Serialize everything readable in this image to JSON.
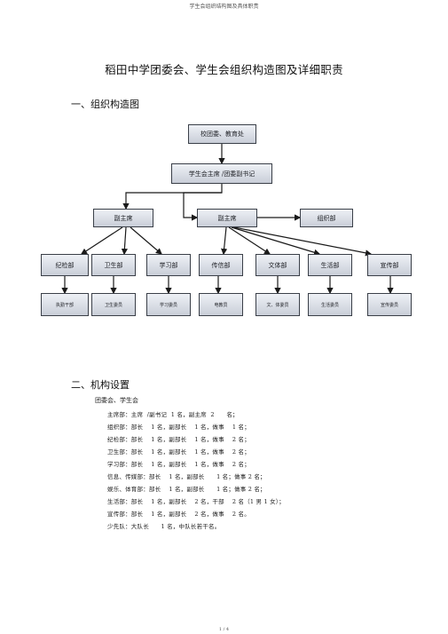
{
  "header": "学生会组织结构图及具体职责",
  "title": "稻田中学团委会、学生会组织构造图及详细职责",
  "section1": "一、组织构造图",
  "section2": "二、机构设置",
  "org": {
    "root": "校团委、教育处",
    "level2": "学生会主席 /团委副书记",
    "vp1": "副主席",
    "vp2": "副主席",
    "org_dept": "组织部",
    "depts": [
      "纪检部",
      "卫生部",
      "学习部",
      "传信部",
      "文体部",
      "生活部",
      "宣传部"
    ],
    "members": [
      "执勤干部",
      "卫生委员",
      "学习委员",
      "电教员",
      "文、体委员",
      "生活委员",
      "宣传委员"
    ]
  },
  "settings": {
    "heading": "团委会、学生会",
    "lines": [
      "主席部：主席  /副书记  1 名，副主席  2      名；",
      "组织部：部长    1 名，副部长    1 名，做事    1 名；",
      "纪检部：部长    1 名，副部长    1 名，做事    2 名；",
      "卫生部：部长    1 名，副部长    1 名，做事    2 名；",
      "学习部：部长    1 名，副部长    1 名，做事    2 名；",
      "信息、传媒部：部长    1 名，副部长      1 名；做事 2 名；",
      "娱乐、体育部：部长    1 名，副部长      1 名；做事 2 名；",
      "生活部：部长    1 名，副部长    2 名，干部    2 名（1 男 1 女）；",
      "宣传部：部长    1 名，副部长    2 名，做事    2 名。",
      "少先队：大队长      1 名，中队长若干名。"
    ]
  },
  "footer": "1 / 4"
}
